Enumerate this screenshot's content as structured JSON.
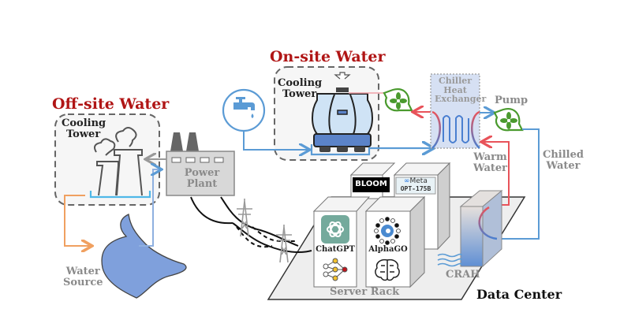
{
  "diagram": {
    "offsite_title": "Off-site Water",
    "onsite_title": "On-site Water",
    "offsite_cooling_tower": [
      "Cooling",
      "Tower"
    ],
    "onsite_cooling_tower": [
      "Cooling",
      "Tower"
    ],
    "power_plant": [
      "Power",
      "Plant"
    ],
    "water_source": [
      "Water",
      "Source"
    ],
    "chiller": [
      "Chiller",
      "Heat",
      "Exchanger"
    ],
    "pump": "Pump",
    "warm_water": [
      "Warm",
      "Water"
    ],
    "chilled_water": [
      "Chilled",
      "Water"
    ],
    "server_rack": "Server Rack",
    "crah": "CRAH",
    "data_center": "Data Center",
    "models": {
      "bloom": "BLOOM",
      "meta": "Meta",
      "meta_model": "OPT-175B",
      "chatgpt": "ChatGPT",
      "alphago": "AlphaGO"
    },
    "colors": {
      "title_red": "#b01515",
      "cold_blue": "#5b9bd5",
      "warm_red": "#e8535a",
      "pump_green": "#4a9a2e",
      "source_orange": "#f0a060",
      "lake_blue": "#7fa0dc",
      "chatgpt_green": "#74aa9c"
    }
  }
}
